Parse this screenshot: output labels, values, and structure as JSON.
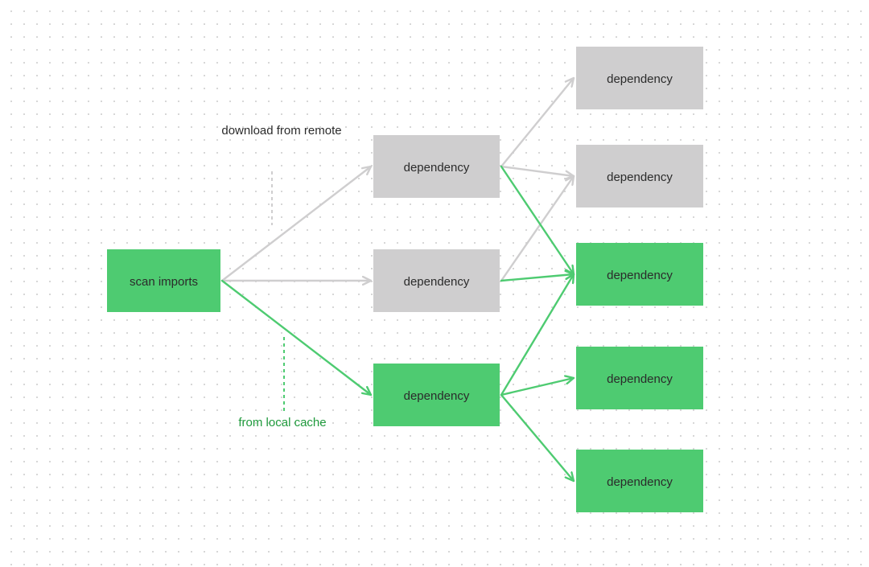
{
  "colors": {
    "green": "#4ecb71",
    "gray": "#cfcecf",
    "green_text": "#1f9a3c",
    "dark_text": "#2b2b2b",
    "gray_edge": "#cfcecf",
    "green_edge": "#4ecb71"
  },
  "source": {
    "label": "scan imports",
    "status": "local"
  },
  "level1": [
    {
      "label": "dependency",
      "status": "remote"
    },
    {
      "label": "dependency",
      "status": "remote"
    },
    {
      "label": "dependency",
      "status": "local"
    }
  ],
  "level2": [
    {
      "label": "dependency",
      "status": "remote"
    },
    {
      "label": "dependency",
      "status": "remote"
    },
    {
      "label": "dependency",
      "status": "local"
    },
    {
      "label": "dependency",
      "status": "local"
    },
    {
      "label": "dependency",
      "status": "local"
    }
  ],
  "annotations": {
    "remote": "download from remote",
    "local": "from local cache"
  },
  "edges": [
    {
      "from": "source",
      "to": "level1.0",
      "status": "remote"
    },
    {
      "from": "source",
      "to": "level1.1",
      "status": "remote"
    },
    {
      "from": "source",
      "to": "level1.2",
      "status": "local"
    },
    {
      "from": "level1.0",
      "to": "level2.0",
      "status": "remote"
    },
    {
      "from": "level1.0",
      "to": "level2.1",
      "status": "remote"
    },
    {
      "from": "level1.0",
      "to": "level2.2",
      "status": "local"
    },
    {
      "from": "level1.1",
      "to": "level2.1",
      "status": "remote"
    },
    {
      "from": "level1.1",
      "to": "level2.2",
      "status": "local"
    },
    {
      "from": "level1.2",
      "to": "level2.2",
      "status": "local"
    },
    {
      "from": "level1.2",
      "to": "level2.3",
      "status": "local"
    },
    {
      "from": "level1.2",
      "to": "level2.4",
      "status": "local"
    }
  ]
}
